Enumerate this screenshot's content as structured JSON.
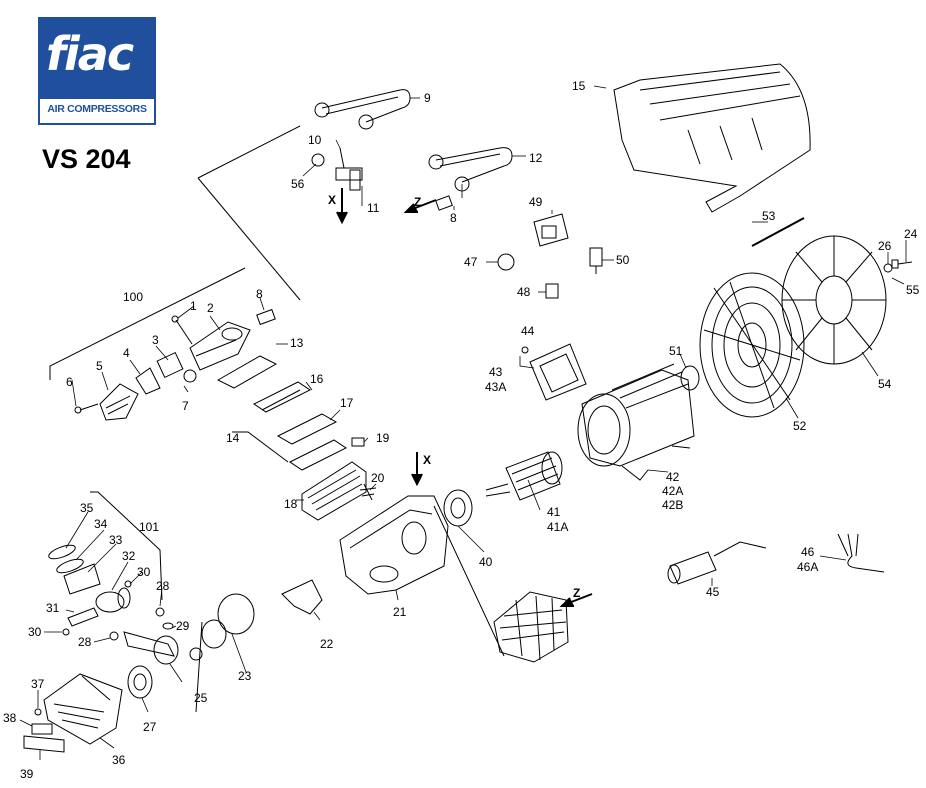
{
  "brand": {
    "logo_text": "fiac",
    "logo_subtitle": "AIR COMPRESSORS",
    "registered": "®"
  },
  "model": "VS 204",
  "arrows": {
    "x": "X",
    "z": "Z"
  },
  "parts": {
    "p1": "1",
    "p2": "2",
    "p3": "3",
    "p4": "4",
    "p5": "5",
    "p6": "6",
    "p7": "7",
    "p8a": "8",
    "p8b": "8",
    "p9": "9",
    "p10": "10",
    "p11": "11",
    "p12": "12",
    "p13": "13",
    "p14": "14",
    "p15": "15",
    "p16": "16",
    "p17": "17",
    "p18": "18",
    "p19": "19",
    "p20": "20",
    "p21": "21",
    "p22": "22",
    "p23": "23",
    "p24": "24",
    "p25": "25",
    "p26": "26",
    "p27": "27",
    "p28a": "28",
    "p28b": "28",
    "p29": "29",
    "p30a": "30",
    "p30b": "30",
    "p31": "31",
    "p32": "32",
    "p33": "33",
    "p34": "34",
    "p35": "35",
    "p36": "36",
    "p37": "37",
    "p38": "38",
    "p39": "39",
    "p40": "40",
    "p41": "41",
    "p41a": "41A",
    "p42": "42",
    "p42a": "42A",
    "p42b": "42B",
    "p43": "43",
    "p43a": "43A",
    "p44": "44",
    "p45": "45",
    "p46": "46",
    "p46a": "46A",
    "p47": "47",
    "p48": "48",
    "p49": "49",
    "p50": "50",
    "p51": "51",
    "p52": "52",
    "p53": "53",
    "p54": "54",
    "p55": "55",
    "p56": "56",
    "p100": "100",
    "p101": "101"
  }
}
